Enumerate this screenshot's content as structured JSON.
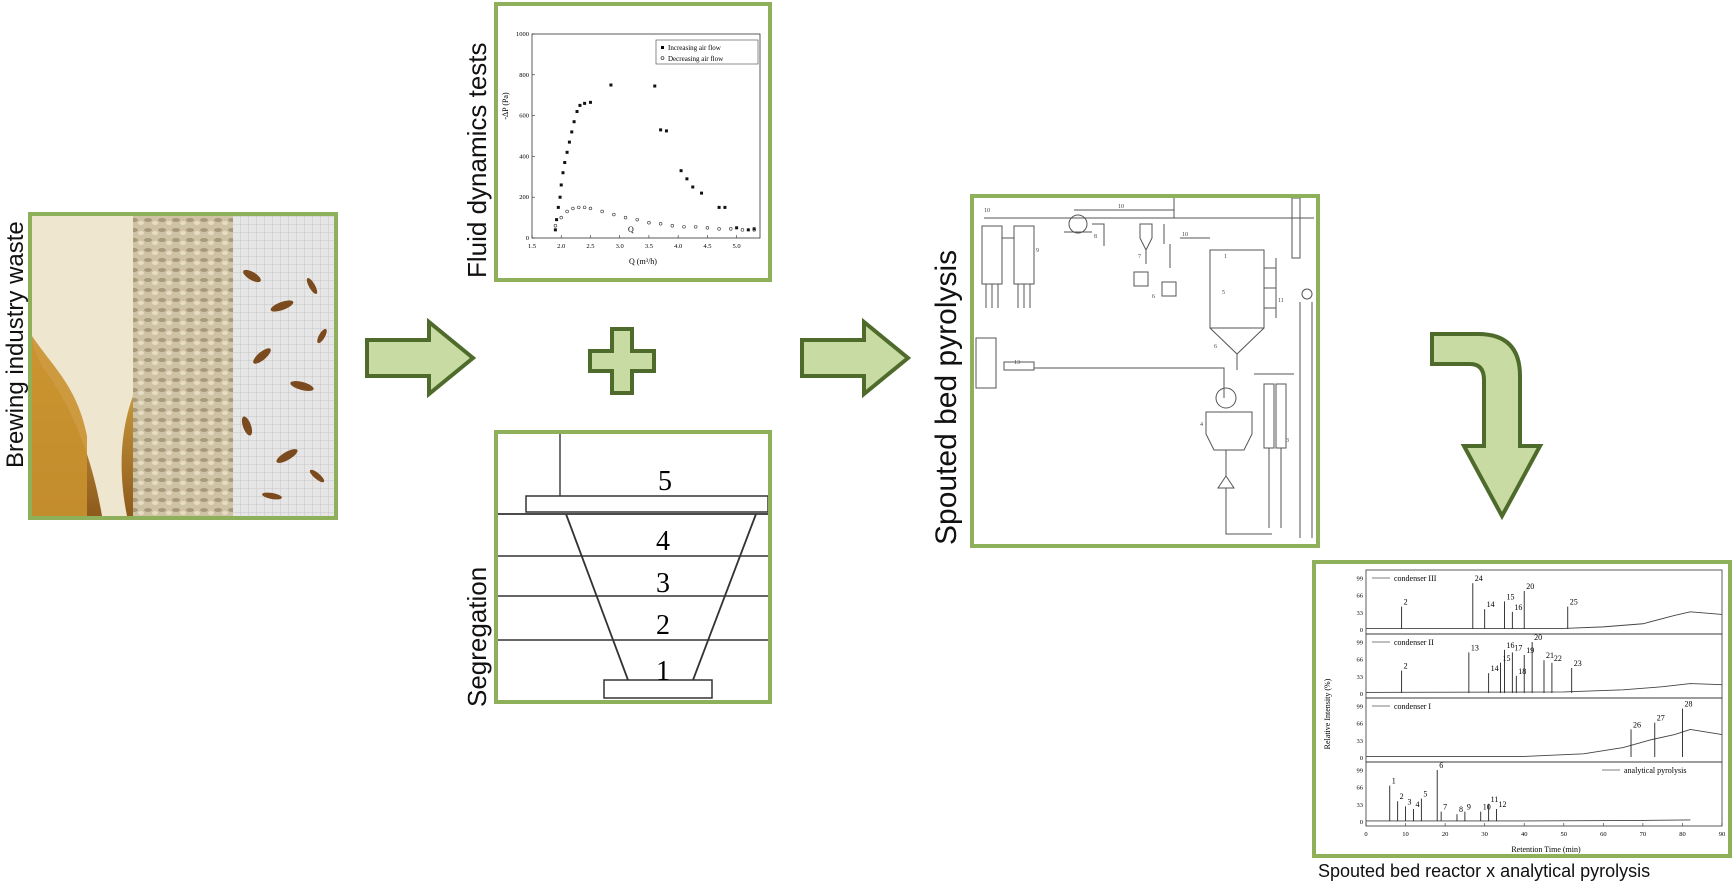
{
  "labels": {
    "brewing": "Brewing industry waste",
    "fluid": "Fluid dynamics tests",
    "segregation": "Segregation",
    "spouted": "Spouted bed pyrolysis",
    "caption": "Spouted bed reactor x analytical pyrolysis"
  },
  "colors": {
    "accent": "#8fb05a",
    "arrow_fill": "#c8dba2",
    "arrow_stroke": "#4f6b2c"
  },
  "chart_data": [
    {
      "type": "scatter",
      "ylabel": "-ΔP (Pa)",
      "xlabel": "Q (m³/h)",
      "xlim": [
        1.5,
        5.4
      ],
      "ylim": [
        0,
        1000
      ],
      "xticks": [
        "1.5",
        "2.0",
        "2.5",
        "3.0",
        "3.5",
        "4.0",
        "4.5",
        "5.0"
      ],
      "yticks": [
        "0",
        "200",
        "400",
        "600",
        "800",
        "1000"
      ],
      "annotation": "Q",
      "legend": [
        "Increasing air flow",
        "Decreasing air flow"
      ],
      "series": [
        {
          "name": "Increasing air flow",
          "marker": "filled",
          "x": [
            1.9,
            1.92,
            1.95,
            1.98,
            2.0,
            2.03,
            2.06,
            2.1,
            2.14,
            2.18,
            2.22,
            2.27,
            2.32,
            2.4,
            2.5,
            2.85,
            3.6,
            3.7,
            3.8,
            4.05,
            4.15,
            4.25,
            4.4,
            4.7,
            4.8,
            5.0,
            5.2,
            5.3
          ],
          "y": [
            40,
            90,
            150,
            200,
            260,
            320,
            370,
            420,
            470,
            520,
            570,
            620,
            650,
            660,
            665,
            750,
            745,
            530,
            525,
            330,
            290,
            250,
            220,
            150,
            150,
            50,
            40,
            45
          ]
        },
        {
          "name": "Decreasing air flow",
          "marker": "open",
          "x": [
            1.9,
            2.0,
            2.1,
            2.2,
            2.3,
            2.4,
            2.5,
            2.7,
            2.9,
            3.1,
            3.3,
            3.5,
            3.7,
            3.9,
            4.1,
            4.3,
            4.5,
            4.7,
            4.9,
            5.1,
            5.3
          ],
          "y": [
            60,
            100,
            130,
            145,
            150,
            150,
            145,
            130,
            115,
            100,
            90,
            75,
            70,
            60,
            55,
            55,
            50,
            45,
            45,
            40,
            40
          ]
        }
      ]
    },
    {
      "type": "line",
      "xlabel": "Retention Time (min)",
      "ylabel": "Relative Intensity (%)",
      "xlim": [
        0,
        90
      ],
      "xticks": [
        "0",
        "10",
        "20",
        "30",
        "40",
        "50",
        "60",
        "70",
        "80",
        "90"
      ],
      "yticks": [
        "0",
        "33",
        "66",
        "99"
      ],
      "series": [
        {
          "name": "condenser III",
          "peaks": [
            [
              "2",
              9,
              45
            ],
            [
              "24",
              27,
              90
            ],
            [
              "14",
              30,
              40
            ],
            [
              "15",
              35,
              55
            ],
            [
              "16",
              37,
              35
            ],
            [
              "20",
              40,
              75
            ],
            [
              "25",
              51,
              45
            ]
          ],
          "baseline": [
            [
              0,
              3
            ],
            [
              50,
              3
            ],
            [
              60,
              6
            ],
            [
              70,
              12
            ],
            [
              78,
              28
            ],
            [
              82,
              35
            ],
            [
              90,
              30
            ]
          ]
        },
        {
          "name": "condenser II",
          "peaks": [
            [
              "2",
              9,
              45
            ],
            [
              "13",
              26,
              80
            ],
            [
              "14",
              31,
              40
            ],
            [
              "15",
              34,
              60
            ],
            [
              "16",
              35,
              85
            ],
            [
              "17",
              37,
              80
            ],
            [
              "18",
              38,
              35
            ],
            [
              "19",
              40,
              75
            ],
            [
              "20",
              42,
              100
            ],
            [
              "21",
              45,
              65
            ],
            [
              "22",
              47,
              60
            ],
            [
              "23",
              52,
              50
            ]
          ],
          "baseline": [
            [
              0,
              3
            ],
            [
              50,
              4
            ],
            [
              65,
              8
            ],
            [
              75,
              14
            ],
            [
              82,
              20
            ],
            [
              90,
              18
            ]
          ]
        },
        {
          "name": "condenser I",
          "peaks": [
            [
              "26",
              67,
              55
            ],
            [
              "27",
              73,
              68
            ],
            [
              "28",
              80,
              95
            ]
          ],
          "baseline": [
            [
              0,
              3
            ],
            [
              40,
              3
            ],
            [
              55,
              8
            ],
            [
              65,
              20
            ],
            [
              72,
              35
            ],
            [
              78,
              45
            ],
            [
              82,
              55
            ],
            [
              90,
              45
            ]
          ]
        },
        {
          "name": "analytical pyrolysis",
          "peaks": [
            [
              "1",
              6,
              70
            ],
            [
              "2",
              8,
              40
            ],
            [
              "3",
              10,
              30
            ],
            [
              "4",
              12,
              25
            ],
            [
              "5",
              14,
              45
            ],
            [
              "6",
              18,
              100
            ],
            [
              "7",
              19,
              20
            ],
            [
              "8",
              23,
              15
            ],
            [
              "9",
              25,
              20
            ],
            [
              "10",
              29,
              20
            ],
            [
              "11",
              31,
              35
            ],
            [
              "12",
              33,
              25
            ]
          ],
          "baseline": [
            [
              0,
              2
            ],
            [
              40,
              2
            ],
            [
              70,
              3
            ],
            [
              82,
              4
            ]
          ]
        }
      ]
    }
  ]
}
